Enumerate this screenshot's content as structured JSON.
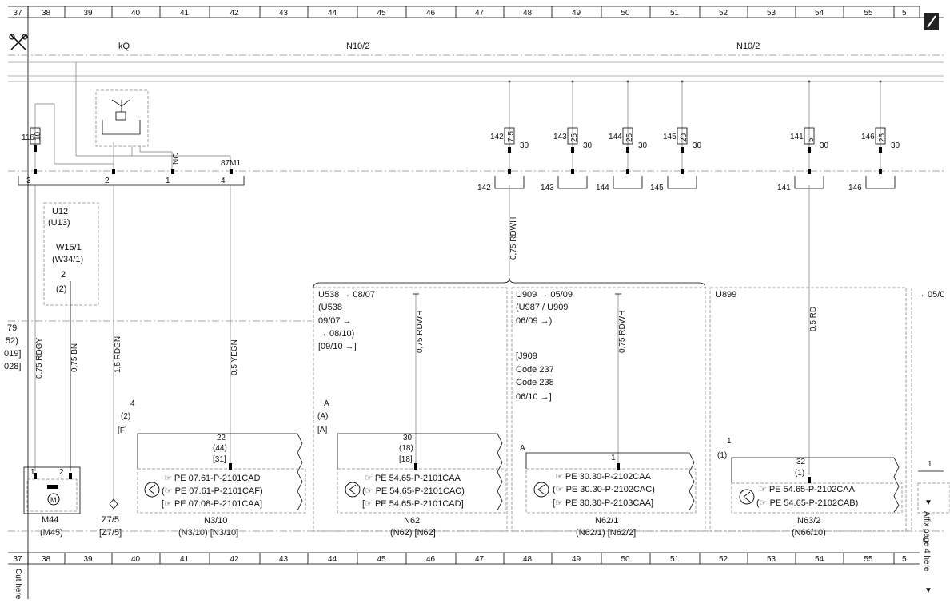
{
  "grid": {
    "columns": [
      "37",
      "38",
      "39",
      "40",
      "41",
      "42",
      "43",
      "44",
      "45",
      "46",
      "47",
      "48",
      "49",
      "50",
      "51",
      "52",
      "53",
      "54",
      "55",
      "5"
    ]
  },
  "margin_notes": {
    "cut_here": "Cut here",
    "affix_here": "Affix page 4 here"
  },
  "sections": {
    "kq": "kQ",
    "n10_2_a": "N10/2",
    "n10_2_b": "N10/2"
  },
  "relay": {
    "pins": [
      {
        "num": "3",
        "label": ""
      },
      {
        "num": "2",
        "label": ""
      },
      {
        "num": "1",
        "label": "NC"
      },
      {
        "num": "4",
        "label": "87M1"
      }
    ]
  },
  "fuses": [
    {
      "id": "116",
      "amp": "10",
      "term": "",
      "out": ""
    },
    {
      "id": "142",
      "amp": "7,5",
      "term": "30",
      "out": "142"
    },
    {
      "id": "143",
      "amp": "25",
      "term": "30",
      "out": "143"
    },
    {
      "id": "144",
      "amp": "25",
      "term": "30",
      "out": "144"
    },
    {
      "id": "145",
      "amp": "20",
      "term": "30",
      "out": "145"
    },
    {
      "id": "141",
      "amp": "5",
      "term": "30",
      "out": "141"
    },
    {
      "id": "146",
      "amp": "25",
      "term": "30",
      "out": "146"
    }
  ],
  "wires": {
    "w1": "0,75 RDGY",
    "w2": "0,75 BN",
    "w3": "1,5 RDGN",
    "w4": "0,5 YEGN",
    "w5": "0,75 RDWH",
    "w6": "0,75 RDWH",
    "w7": "0,75 RDWH",
    "w8": "0,5 RD"
  },
  "notes": {
    "u12": [
      "U12",
      "(U13)"
    ],
    "w15": [
      "W15/1",
      "(W34/1)"
    ],
    "w15_pin": [
      "2",
      "(2)"
    ],
    "left_edge": [
      "79",
      "52)",
      "019]",
      "028]"
    ],
    "z7_pin": [
      "4",
      "(2)",
      "[F]"
    ],
    "n62_pin": [
      "A",
      "(A)",
      "[A]"
    ],
    "u538": [
      "U538  → 08/07",
      "(U538",
      "09/07  →",
      "→ 08/10)",
      "[09/10  →]"
    ],
    "u909": [
      "U909  → 05/09",
      "(U987 / U909",
      "06/09  →)"
    ],
    "j909": [
      "[J909",
      "Code 237",
      "Code 238",
      "06/10  →]"
    ],
    "n62_1_pin": "A",
    "u899": "U899",
    "far_right": "→ 05/0",
    "n63_pin": [
      "1",
      "(1)"
    ]
  },
  "components": {
    "m44": {
      "name": "M44",
      "alt": "(M45)",
      "pin1": "1",
      "pin2": "2"
    },
    "z7_5": {
      "name": "Z7/5",
      "alt": "[Z7/5]"
    },
    "n3_10": {
      "name": "N3/10",
      "alt": "(N3/10)  [N3/10]",
      "pin": [
        "22",
        "(44)",
        "[31]"
      ],
      "refs": [
        "☞ PE 07.61-P-2101CAD",
        "(☞ PE 07.61-P-2101CAF)",
        "[☞ PE 07.08-P-2101CAA]"
      ]
    },
    "n62": {
      "name": "N62",
      "alt": "(N62)  [N62]",
      "pin": [
        "30",
        "(18)",
        "[18]"
      ],
      "refs": [
        "☞ PE 54.65-P-2101CAA",
        "(☞ PE 54.65-P-2101CAC)",
        "[☞ PE 54.65-P-2101CAD]"
      ]
    },
    "n62_1": {
      "name": "N62/1",
      "alt": "(N62/1)  [N62/2]",
      "pin": [
        "1"
      ],
      "refs": [
        "☞ PE 30.30-P-2102CAA",
        "(☞ PE 30.30-P-2102CAC)",
        "[☞ PE 30.30-P-2103CAA]"
      ]
    },
    "n63_2": {
      "name": "N63/2",
      "alt": "(N66/10)",
      "pin": [
        "32",
        "(1)"
      ],
      "refs": [
        "☞ PE 54.65-P-2102CAA",
        "(☞ PE 54.65-P-2102CAB)"
      ]
    },
    "edge_pin": "1"
  }
}
